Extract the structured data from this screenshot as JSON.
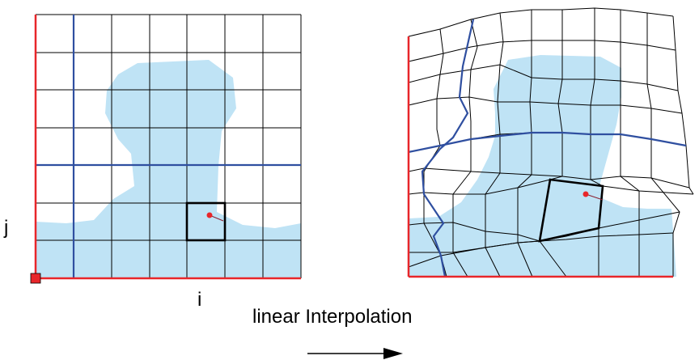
{
  "diagram": {
    "axis_j": "j",
    "axis_i": "i",
    "caption": "linear Interpolation"
  },
  "colors": {
    "grid_line": "#000000",
    "highlight_line": "#2f4fa0",
    "axis": "#e8262a",
    "region_fill": "#bfe3f5",
    "sample_point": "#e8262a",
    "cell_outline": "#000000"
  },
  "icons": {
    "arrow": "right-arrow-icon",
    "origin_marker": "red-square-marker"
  }
}
